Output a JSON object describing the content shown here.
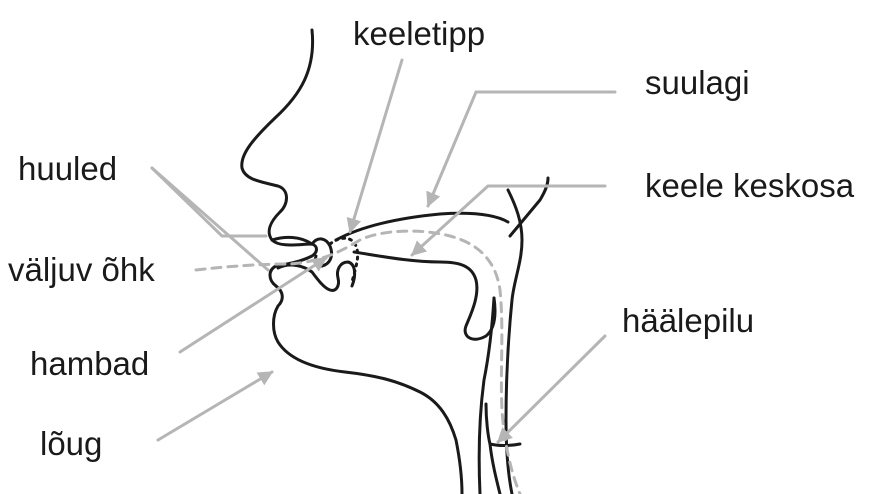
{
  "diagram": {
    "colors": {
      "outline": "#1a1a1a",
      "leader": "#b5b5b5",
      "background": "#ffffff"
    },
    "labels": {
      "keeletipp": "keeletipp",
      "suulagi": "suulagi",
      "huuled": "huuled",
      "keele_keskosa": "keele keskosa",
      "valjuv_ohk": "väljuv õhk",
      "hambad": "hambad",
      "haalepilu": "häälepilu",
      "loug": "lõug"
    }
  }
}
